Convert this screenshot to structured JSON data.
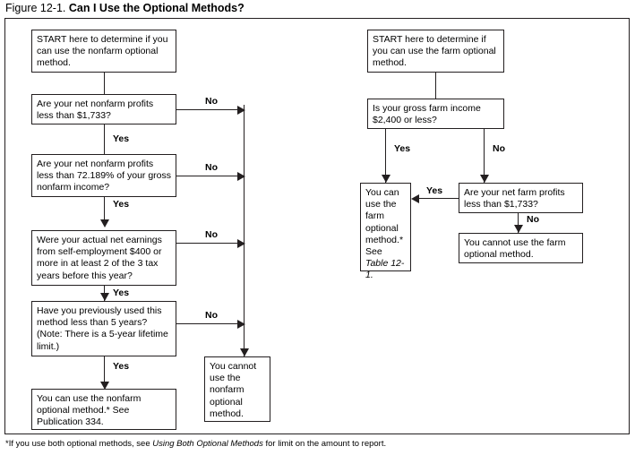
{
  "figure": {
    "number": "Figure 12-1.",
    "title": "Can I Use the Optional Methods?"
  },
  "footnote": {
    "lead": "*If you use both optional methods, see ",
    "italic": "Using Both Optional Methods",
    "tail": " for limit on the amount to report."
  },
  "nonfarm_branch": {
    "start": "START here to determine if you can use the nonfarm optional method.",
    "q1": "Are your net nonfarm profits less than $1,733?",
    "q2": "Are your net nonfarm profits less than 72.189% of your gross nonfarm income?",
    "q3": "Were your actual net earnings from self-employment $400 or more in at least 2 of the 3 tax years before this year?",
    "q4": "Have you previously used this method less than 5 years? (Note: There is a 5-year lifetime limit.)",
    "yes_result": "You can use the nonfarm optional method.* See Publication 334.",
    "no_result": "You cannot use the nonfarm optional method.",
    "labels": {
      "no1": "No",
      "no2": "No",
      "no3": "No",
      "no4": "No",
      "yes1": "Yes",
      "yes2": "Yes",
      "yes3": "Yes",
      "yes4": "Yes"
    }
  },
  "farm_branch": {
    "start": "START here to determine if you can use the farm optional method.",
    "q1": "Is your gross farm income $2,400 or less?",
    "q2": "Are your net farm profits less than $1,733?",
    "yes_result_lead": "You can use the farm optional method.* See ",
    "yes_result_italic": "Table 12-1.",
    "no_result": "You cannot use the farm optional method.",
    "labels": {
      "yes1": "Yes",
      "no1": "No",
      "yes2": "Yes",
      "no2": "No"
    }
  },
  "colors": {
    "ink": "#231f20",
    "paper": "#ffffff"
  }
}
